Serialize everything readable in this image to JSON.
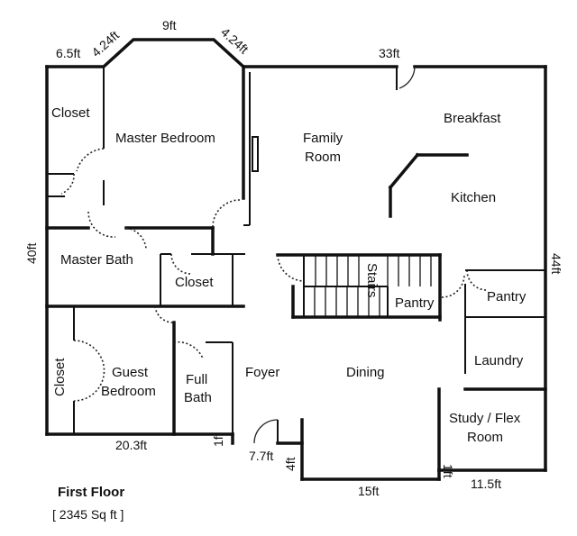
{
  "plan": {
    "title": "First Floor",
    "area": "[ 2345 Sq ft ]"
  },
  "rooms": {
    "closet_master": "Closet",
    "master_bedroom": "Master Bedroom",
    "family_room_1": "Family",
    "family_room_2": "Room",
    "breakfast": "Breakfast",
    "kitchen": "Kitchen",
    "master_bath": "Master Bath",
    "closet_hall": "Closet",
    "stairs": "Stairs",
    "pantry_center": "Pantry",
    "pantry_right": "Pantry",
    "closet_guest": "Closet",
    "guest_bedroom_1": "Guest",
    "guest_bedroom_2": "Bedroom",
    "full_bath_1": "Full",
    "full_bath_2": "Bath",
    "foyer": "Foyer",
    "dining": "Dining",
    "laundry": "Laundry",
    "study_1": "Study / Flex",
    "study_2": "Room"
  },
  "dimensions": {
    "d_6_5": "6.5ft",
    "d_4_24_left": "4.24ft",
    "d_9": "9ft",
    "d_4_24_right": "4.24ft",
    "d_33": "33ft",
    "d_40": "40ft",
    "d_44": "44ft",
    "d_20_3": "20.3ft",
    "d_1_left": "1ft",
    "d_7_7": "7.7ft",
    "d_4": "4ft",
    "d_15": "15ft",
    "d_1_right": "1ft",
    "d_11_5": "11.5ft"
  }
}
